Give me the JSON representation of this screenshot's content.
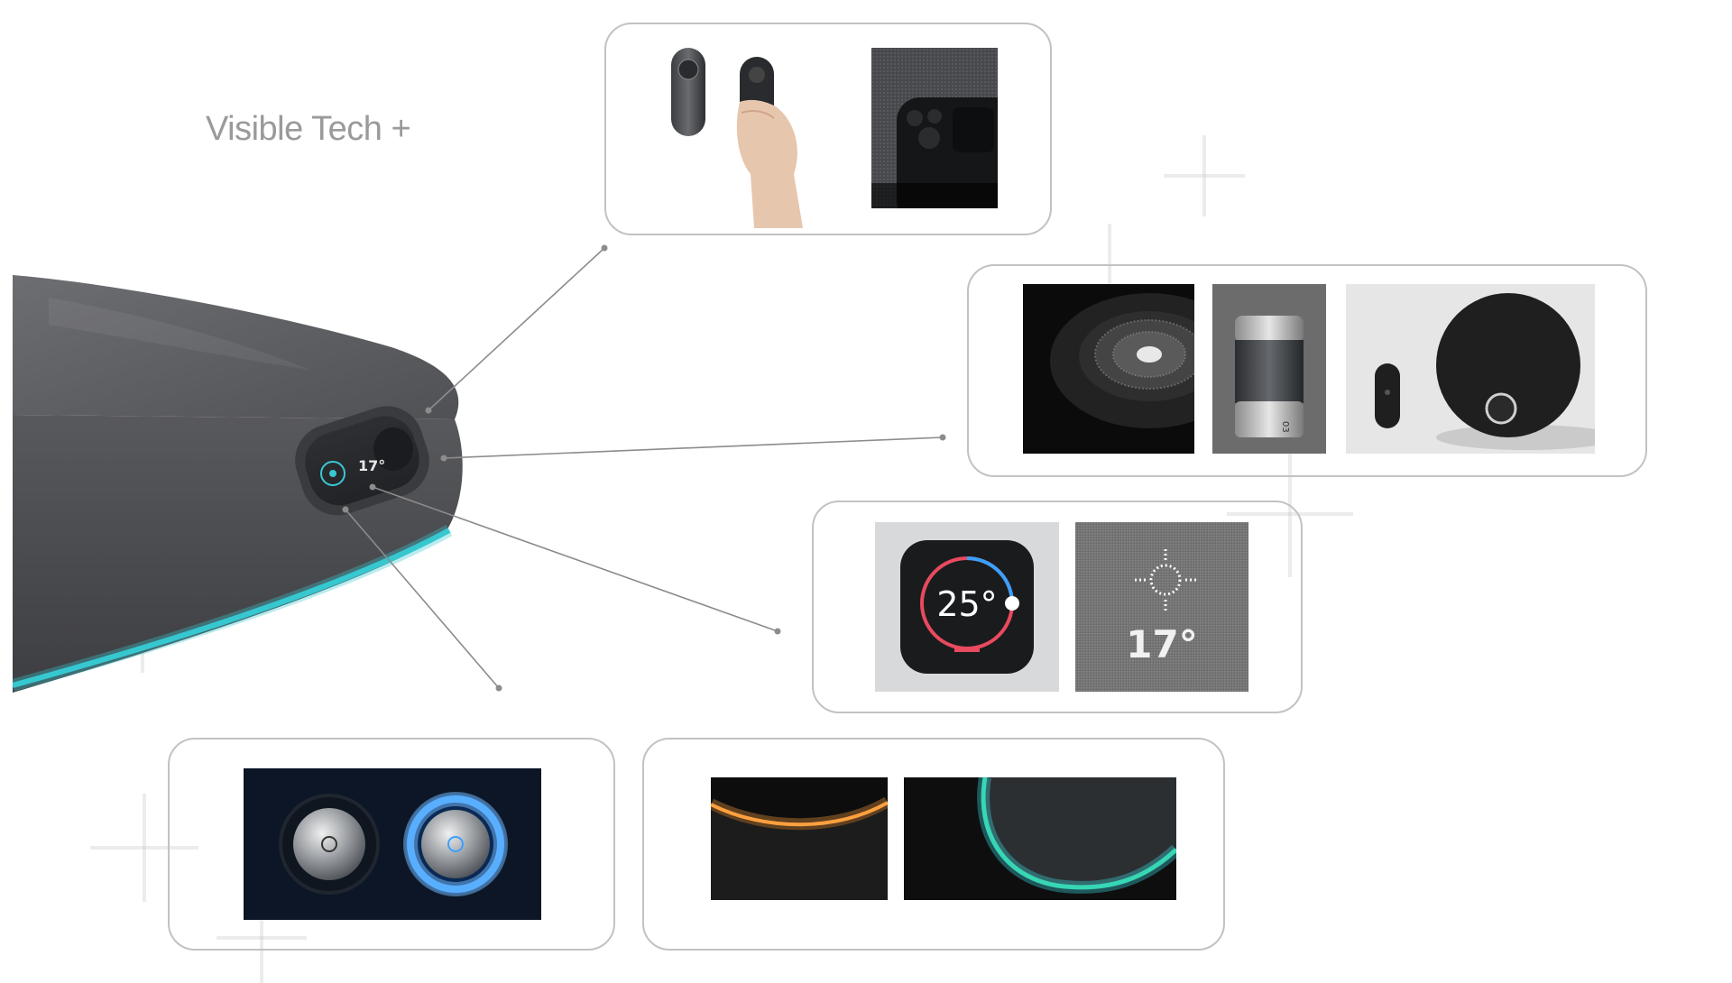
{
  "page": {
    "title": "Visible Tech +"
  },
  "product": {
    "display_temperature": "17°"
  },
  "references": {
    "thermostat_temperature": "25°",
    "fabric_display_temperature": "17°",
    "speaker_model": "03"
  },
  "colors": {
    "accent_cyan": "#37c8d2",
    "fabric_dark": "#4d4e52",
    "box_border": "#c2c2c2",
    "connector_line": "#8c8c8c",
    "button_glow_blue": "#3aa0ff",
    "light_strip_orange": "#ffa040",
    "light_strip_green": "#37e0a0"
  }
}
